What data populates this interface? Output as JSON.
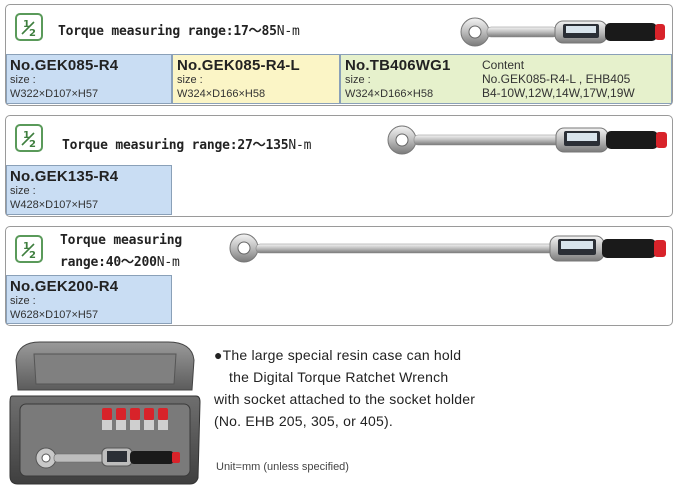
{
  "section1": {
    "badge": "1/2",
    "range_label": "Torque measuring range:",
    "range_value": "17～85",
    "range_unit": "N-m",
    "models": [
      {
        "model": "No.GEK085-R4",
        "size_label": "size :",
        "dims": "W322×D107×H57"
      },
      {
        "model": "No.GEK085-R4-L",
        "size_label": "size :",
        "dims": "W324×D166×H58"
      },
      {
        "model": "No.TB406WG1",
        "size_label": "size :",
        "dims": "W324×D166×H58"
      }
    ],
    "content": {
      "label": "Content",
      "line1": "No.GEK085-R4-L , EHB405",
      "line2": "B4-10W,12W,14W,17W,19W"
    }
  },
  "section2": {
    "badge": "1/2",
    "range_label": "Torque measuring range:",
    "range_value": "27～135",
    "range_unit": "N-m",
    "model": "No.GEK135-R4",
    "size_label": "size :",
    "dims": "W428×D107×H57"
  },
  "section3": {
    "badge": "1/2",
    "range_label_line1": "Torque measuring",
    "range_label_line2": "range:",
    "range_value": "40～200",
    "range_unit": "N-m",
    "model": "No.GEK200-R4",
    "size_label": "size :",
    "dims": "W628×D107×H57"
  },
  "description": {
    "bullet": "●",
    "line1": "The large special resin case can hold",
    "line2": "the Digital Torque Ratchet Wrench",
    "line3": "with socket  attached to the socket holder",
    "line4": "(No. EHB 205, 305, or 405)."
  },
  "unit_note": "Unit=mm (unless specified)",
  "colors": {
    "blue_cell": "#c9ddf3",
    "yellow_cell": "#fbf5c6",
    "green_cell": "#e6f1cc",
    "badge_green": "#5a9a5a",
    "grip_red": "#d8232a"
  }
}
